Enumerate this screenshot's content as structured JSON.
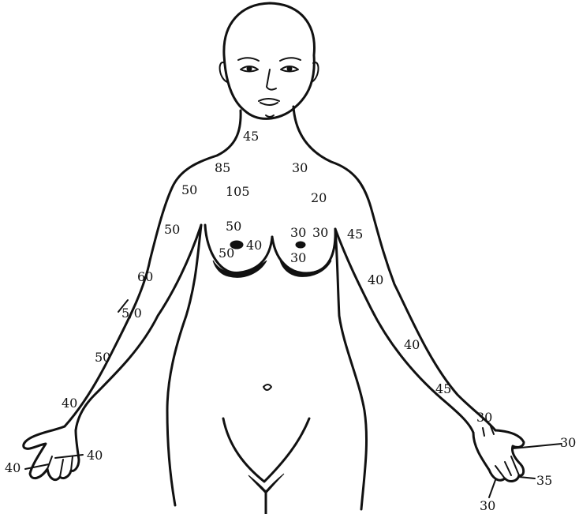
{
  "labels": {
    "chin": "45",
    "neck_left": "85",
    "neck_right": "30",
    "shoulder_left": "50",
    "chest_left": "105",
    "chest_right": "20",
    "upper_arm_left": "50",
    "breast_left_top": "50",
    "nipple_left_outer": "50",
    "nipple_left_inner": "40",
    "breast_right_a": "30",
    "breast_right_b": "30",
    "nipple_right_bottom": "30",
    "shoulder_right": "45",
    "arm_left_60": "60",
    "arm_left_5_0": "5/0",
    "forearm_left": "50",
    "wrist_left": "40",
    "hand_left_out": "40",
    "hand_left_in": "40",
    "upper_arm_right": "40",
    "forearm_right": "40",
    "wrist_right": "45",
    "hand_right_back": "30",
    "hand_right_side": "30",
    "finger_right_35": "35",
    "finger_right_30": "30"
  },
  "colors": {
    "ink": "#111111",
    "paper": "#ffffff"
  }
}
